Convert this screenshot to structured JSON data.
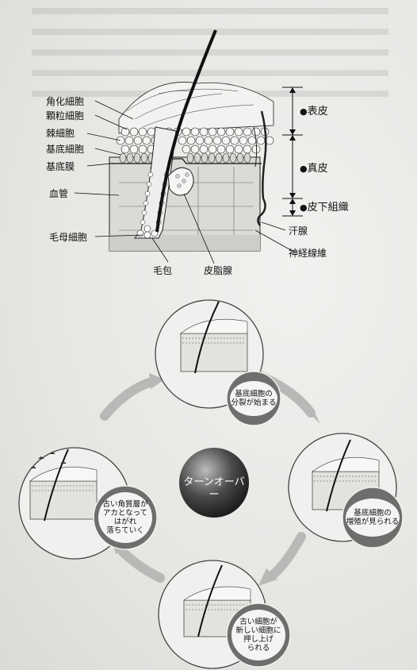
{
  "skin_diagram": {
    "left_labels": {
      "kakuka": "角化細胞",
      "karyu": "顆粒細胞",
      "kyoku": "棘細胞",
      "kitei": "基底細胞",
      "kiteimaku": "基底膜",
      "kekkan": "血管",
      "mobo": "毛母細胞"
    },
    "bottom_labels": {
      "mouhou": "毛包",
      "hishisen": "皮脂腺"
    },
    "right_labels": {
      "kansen": "汗腺",
      "shinkei": "神経線維"
    },
    "layers": {
      "hyohi": "表皮",
      "shinpi": "真皮",
      "hika": "皮下組織"
    }
  },
  "turnover_cycle": {
    "center": "ターンオーバー",
    "steps": [
      {
        "text": "基底細胞の\n分裂が始まる"
      },
      {
        "text": "基底細胞の\n増殖が見られる"
      },
      {
        "text": "古い細胞が\n新しい細胞に\n押し上げ\nられる"
      },
      {
        "text": "古い角質層が\nアカとなって\nはがれ\n落ちていく"
      }
    ]
  },
  "colors": {
    "line": "#1a1a1a",
    "badge": "#6f6e6d",
    "arrow": "#bdbcba"
  }
}
